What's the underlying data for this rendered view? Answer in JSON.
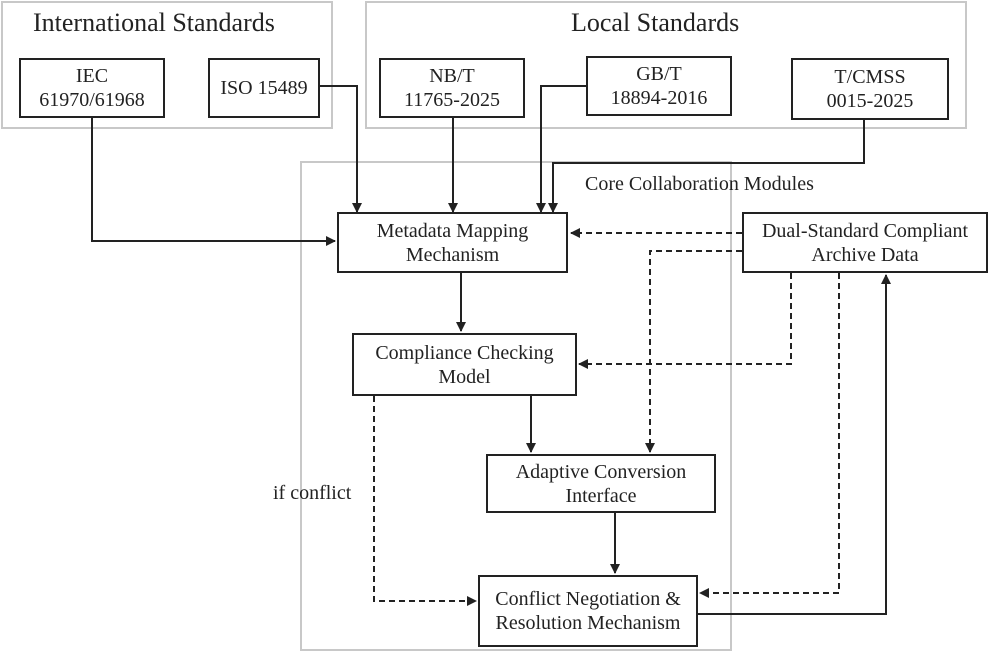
{
  "groups": {
    "international": {
      "title": "International Standards"
    },
    "local": {
      "title": "Local Standards"
    },
    "core": {
      "title": "Core Collaboration Modules"
    }
  },
  "nodes": {
    "iec": {
      "line1": "IEC",
      "line2": "61970/61968"
    },
    "iso": {
      "line1": "ISO 15489"
    },
    "nbt": {
      "line1": "NB/T",
      "line2": "11765-2025"
    },
    "gbt": {
      "line1": "GB/T",
      "line2": "18894-2016"
    },
    "tcmss": {
      "line1": "T/CMSS",
      "line2": "0015-2025"
    },
    "metadata": {
      "line1": "Metadata Mapping",
      "line2": "Mechanism"
    },
    "compliance": {
      "line1": "Compliance Checking",
      "line2": "Model"
    },
    "adaptive": {
      "line1": "Adaptive Conversion",
      "line2": "Interface"
    },
    "conflict": {
      "line1": "Conflict Negotiation &",
      "line2": "Resolution Mechanism"
    },
    "archive": {
      "line1": "Dual-Standard Compliant",
      "line2": "Archive Data"
    }
  },
  "edge_labels": {
    "if_conflict": "if conflict"
  },
  "colors": {
    "stroke": "#222222",
    "group_border": "#c8c8c8"
  }
}
